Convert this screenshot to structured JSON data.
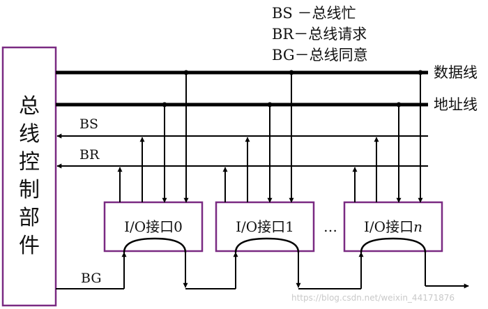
{
  "legend": {
    "bs": "BS －总线忙",
    "br": "BR－总线请求",
    "bg": "BG－总线同意"
  },
  "buses": {
    "data": "数据线",
    "address": "地址线"
  },
  "signals": {
    "bs": "BS",
    "br": "BR",
    "bg": "BG"
  },
  "controller": {
    "label_chars": [
      "总",
      "线",
      "控",
      "制",
      "部",
      "件"
    ]
  },
  "interfaces": {
    "labels": [
      "I/O接口0",
      "I/O接口1"
    ],
    "last_prefix": "I/O接口",
    "last_suffix": "n",
    "ellipsis": "…"
  },
  "watermark": "https://blog.csdn.net/weixin_44171876",
  "colors": {
    "box_border": "#7a2a82",
    "line": "#000000"
  }
}
